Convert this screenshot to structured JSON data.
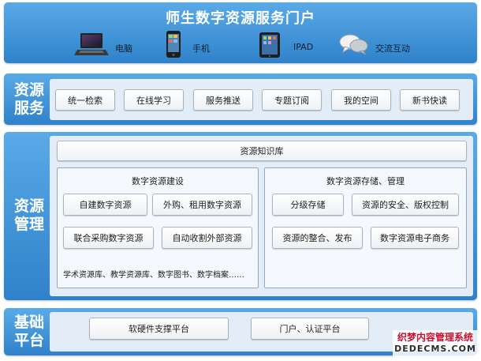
{
  "portal": {
    "title": "师生数字资源服务门户",
    "devices": [
      {
        "label": "电脑",
        "icon": "laptop-icon"
      },
      {
        "label": "手机",
        "icon": "phone-icon"
      },
      {
        "label": "IPAD",
        "icon": "tablet-icon"
      },
      {
        "label": "交流互动",
        "icon": "chat-icon"
      }
    ]
  },
  "services": {
    "label_line1": "资源",
    "label_line2": "服务",
    "items": [
      "统一检索",
      "在线学习",
      "服务推送",
      "专题订阅",
      "我的空间",
      "新书快读"
    ]
  },
  "management": {
    "label_line1": "资源",
    "label_line2": "管理",
    "knowledge_base": "资源知识库",
    "construction": {
      "title": "数字资源建设",
      "items": [
        "自建数字资源",
        "外购、租用数字资源",
        "联合采购数字资源",
        "自动收割外部资源"
      ],
      "note": "学术资源库、教学资源库、数字图书、数字档案……"
    },
    "storage": {
      "title": "数字资源存储、管理",
      "items": [
        "分级存储",
        "资源的安全、版权控制",
        "资源的整合、发布",
        "数字资源电子商务"
      ]
    }
  },
  "platform": {
    "label_line1": "基础",
    "label_line2": "平台",
    "items": [
      "软硬件支撑平台",
      "门户、认证平台"
    ]
  },
  "watermark": {
    "line1": "织梦内容管理系统",
    "line2": "DEDECMS.COM"
  },
  "colors": {
    "band_blue": "#2f82ca",
    "inner_panel": "#e3edf8",
    "watermark_red": "#c8102e"
  }
}
